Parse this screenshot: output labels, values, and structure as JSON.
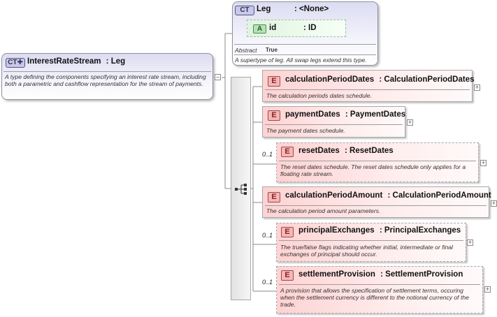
{
  "root": {
    "badge": "CT",
    "name": "InterestRateStream",
    "type": ": Leg",
    "doc": "A type defining the components specifying an interest rate stream, including both a parametric and cashflow representation for the stream of payments."
  },
  "base": {
    "badge": "CT",
    "name": "Leg",
    "type": ": <None>",
    "attribute": {
      "badge": "A",
      "name": "id",
      "type": ": ID"
    },
    "abstract_label": "Abstract",
    "abstract_value": "True",
    "doc": "A supertype of leg. All swap legs extend this type."
  },
  "elements": [
    {
      "badge": "E",
      "name": "calculationPeriodDates",
      "type": ": CalculationPeriodDates",
      "occurrence": "",
      "doc1": "The calculation periods dates schedule.",
      "doc2": ""
    },
    {
      "badge": "E",
      "name": "paymentDates",
      "type": ": PaymentDates",
      "occurrence": "",
      "doc1": "The payment dates schedule.",
      "doc2": ""
    },
    {
      "badge": "E",
      "name": "resetDates",
      "type": ": ResetDates",
      "occurrence": "0..1",
      "doc1": "The reset dates schedule. The reset dates schedule only applies for a",
      "doc2": "floating rate stream."
    },
    {
      "badge": "E",
      "name": "calculationPeriodAmount",
      "type": ": CalculationPeriodAmount",
      "occurrence": "",
      "doc1": "The calculation period amount parameters.",
      "doc2": ""
    },
    {
      "badge": "E",
      "name": "principalExchanges",
      "type": ": PrincipalExchanges",
      "occurrence": "0..1",
      "doc1": "The true/false flags indicating whether initial, intermediate or final",
      "doc2": "exchanges of principal should occur."
    },
    {
      "badge": "E",
      "name": "settlementProvision",
      "type": ": SettlementProvision",
      "occurrence": "0..1",
      "doc1": "A provision that allows the specification of settlement terms, occuring",
      "doc2": "when the settlement currency is different to the notional currency of the",
      "doc3": "trade."
    }
  ]
}
